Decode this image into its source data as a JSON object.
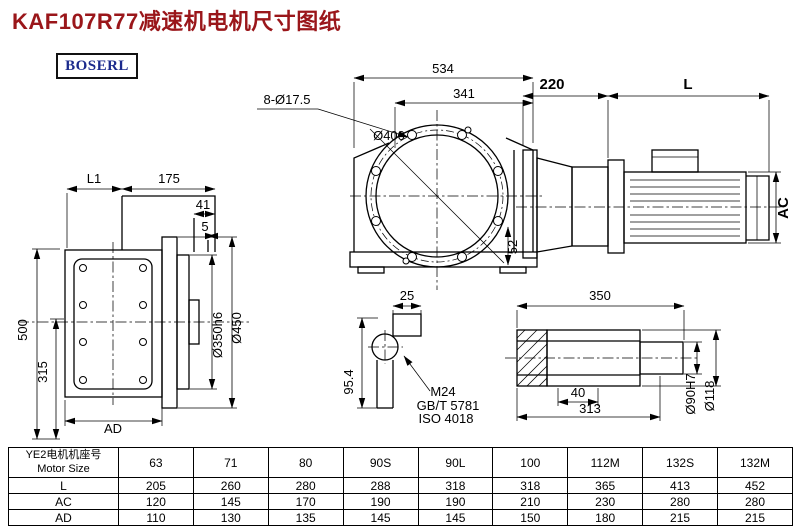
{
  "page": {
    "title": "KAF107R77减速机电机尺寸图纸",
    "brand": "BOSERL"
  },
  "colors": {
    "title_red": "#9a161a",
    "brand_blue": "#1b2a8c",
    "line_black": "#000000"
  },
  "drawing": {
    "flange_view": {
      "d534": "534",
      "d341": "341",
      "holes": "8-Ø17.5",
      "d400": "Ø400",
      "d52": "52"
    },
    "motor_view": {
      "d220": "220",
      "dL": "L",
      "dAC": "AC"
    },
    "front_view": {
      "dL1": "L1",
      "d175": "175",
      "d41": "41",
      "d5": "5",
      "d500": "500",
      "d315": "315",
      "d350": "Ø350h6",
      "d450": "Ø450",
      "dAD": "AD"
    },
    "shaft_end_view": {
      "d25": "25",
      "d954": "95.4",
      "m24": "M24",
      "gbt": "GB/T 5781",
      "iso": "ISO 4018"
    },
    "shaft_section_view": {
      "d350": "350",
      "d40": "40",
      "d313": "313",
      "d90": "Ø90H7",
      "d118": "Ø118"
    }
  },
  "table": {
    "corner_line1": "YE2电机机座号",
    "corner_line2": "Motor Size",
    "sizes": [
      "63",
      "71",
      "80",
      "90S",
      "90L",
      "100",
      "112M",
      "132S",
      "132M"
    ],
    "rows": [
      {
        "label": "L",
        "values": [
          "205",
          "260",
          "280",
          "288",
          "318",
          "318",
          "365",
          "413",
          "452"
        ]
      },
      {
        "label": "AC",
        "values": [
          "120",
          "145",
          "170",
          "190",
          "190",
          "210",
          "230",
          "280",
          "280"
        ]
      },
      {
        "label": "AD",
        "values": [
          "110",
          "130",
          "135",
          "145",
          "145",
          "150",
          "180",
          "215",
          "215"
        ]
      }
    ]
  }
}
